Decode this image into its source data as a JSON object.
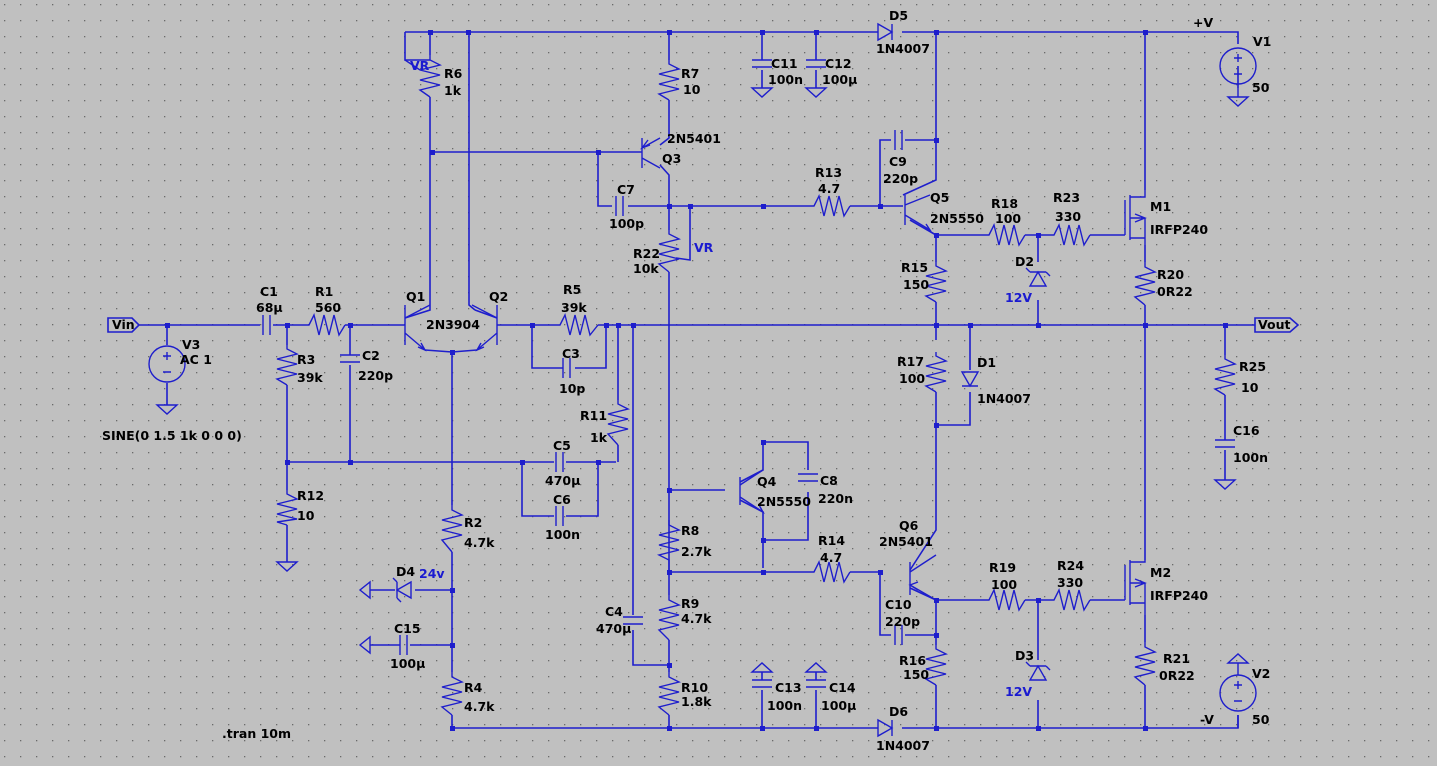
{
  "labels": {
    "vin": "Vin",
    "vout": "Vout",
    "vplus": "+V",
    "vminus": "-V",
    "vr_top": "VR",
    "vr_mid": "VR",
    "d4_net": "24v",
    "d2_net": "12V",
    "d3_net": "12V"
  },
  "directives": {
    "sine": "SINE(0 1.5 1k 0 0 0)",
    "tran": ".tran 10m"
  },
  "components": {
    "V1": {
      "name": "V1",
      "value": "50"
    },
    "V2": {
      "name": "V2",
      "value": "50"
    },
    "V3": {
      "name": "V3",
      "value": "AC 1"
    },
    "R1": {
      "name": "R1",
      "value": "560"
    },
    "R2": {
      "name": "R2",
      "value": "4.7k"
    },
    "R3": {
      "name": "R3",
      "value": "39k"
    },
    "R4": {
      "name": "R4",
      "value": "4.7k"
    },
    "R5": {
      "name": "R5",
      "value": "39k"
    },
    "R6": {
      "name": "R6",
      "value": "1k"
    },
    "R7": {
      "name": "R7",
      "value": "10"
    },
    "R8": {
      "name": "R8",
      "value": "2.7k"
    },
    "R9": {
      "name": "R9",
      "value": "4.7k"
    },
    "R10": {
      "name": "R10",
      "value": "1.8k"
    },
    "R11": {
      "name": "R11",
      "value": "1k"
    },
    "R12": {
      "name": "R12",
      "value": "10"
    },
    "R13": {
      "name": "R13",
      "value": "4.7"
    },
    "R14": {
      "name": "R14",
      "value": "4.7"
    },
    "R15": {
      "name": "R15",
      "value": "150"
    },
    "R16": {
      "name": "R16",
      "value": "150"
    },
    "R17": {
      "name": "R17",
      "value": "100"
    },
    "R18": {
      "name": "R18",
      "value": "100"
    },
    "R19": {
      "name": "R19",
      "value": "100"
    },
    "R20": {
      "name": "R20",
      "value": "0R22"
    },
    "R21": {
      "name": "R21",
      "value": "0R22"
    },
    "R22": {
      "name": "R22",
      "value": "10k"
    },
    "R23": {
      "name": "R23",
      "value": "330"
    },
    "R24": {
      "name": "R24",
      "value": "330"
    },
    "R25": {
      "name": "R25",
      "value": "10"
    },
    "C1": {
      "name": "C1",
      "value": "68µ"
    },
    "C2": {
      "name": "C2",
      "value": "220p"
    },
    "C3": {
      "name": "C3",
      "value": "10p"
    },
    "C4": {
      "name": "C4",
      "value": "470µ"
    },
    "C5": {
      "name": "C5",
      "value": "470µ"
    },
    "C6": {
      "name": "C6",
      "value": "100n"
    },
    "C7": {
      "name": "C7",
      "value": "100p"
    },
    "C8": {
      "name": "C8",
      "value": "220n"
    },
    "C9": {
      "name": "C9",
      "value": "220p"
    },
    "C10": {
      "name": "C10",
      "value": "220p"
    },
    "C11": {
      "name": "C11",
      "value": "100n"
    },
    "C12": {
      "name": "C12",
      "value": "100µ"
    },
    "C13": {
      "name": "C13",
      "value": "100n"
    },
    "C14": {
      "name": "C14",
      "value": "100µ"
    },
    "C15": {
      "name": "C15",
      "value": "100µ"
    },
    "C16": {
      "name": "C16",
      "value": "100n"
    },
    "D1": {
      "name": "D1",
      "value": "1N4007"
    },
    "D2": {
      "name": "D2"
    },
    "D3": {
      "name": "D3"
    },
    "D4": {
      "name": "D4"
    },
    "D5": {
      "name": "D5",
      "value": "1N4007"
    },
    "D6": {
      "name": "D6",
      "value": "1N4007"
    },
    "Q1": {
      "name": "Q1"
    },
    "Q2": {
      "name": "Q2"
    },
    "Q12": {
      "value": "2N3904"
    },
    "Q3": {
      "name": "Q3",
      "value": "2N5401"
    },
    "Q4": {
      "name": "Q4",
      "value": "2N5550"
    },
    "Q5": {
      "name": "Q5",
      "value": "2N5550"
    },
    "Q6": {
      "name": "Q6",
      "value": "2N5401"
    },
    "M1": {
      "name": "M1",
      "value": "IRFP240"
    },
    "M2": {
      "name": "M2",
      "value": "IRFP240"
    }
  }
}
